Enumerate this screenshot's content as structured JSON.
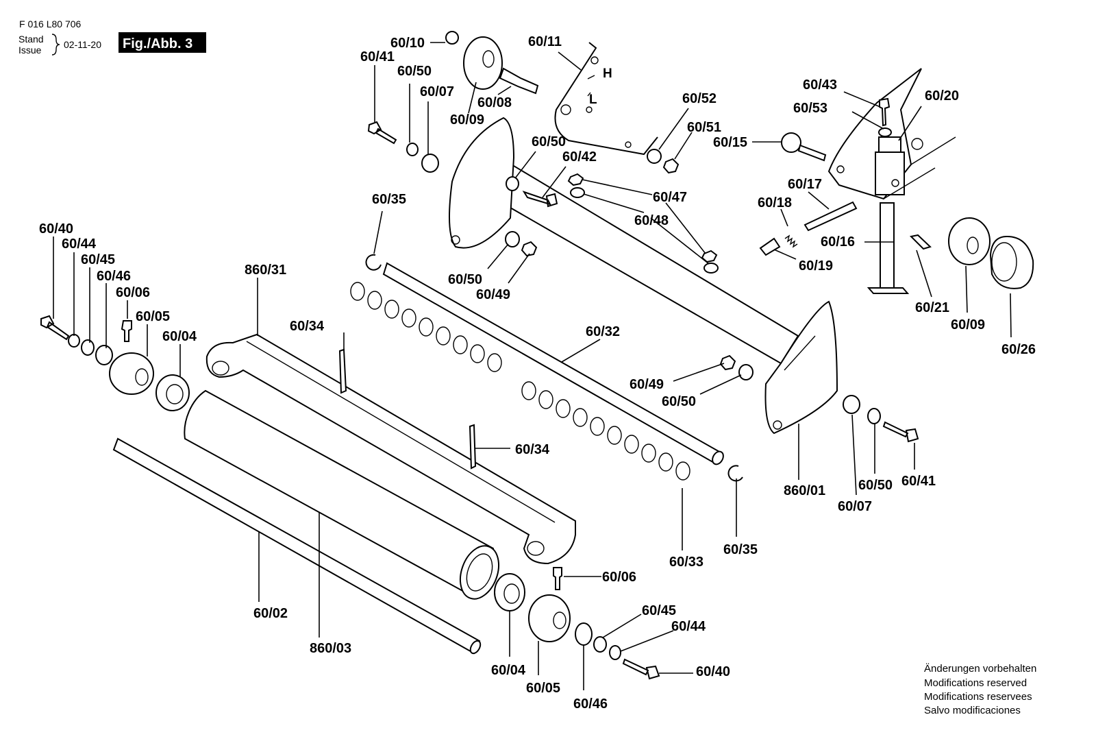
{
  "header": {
    "drawing_number": "F 016 L80 706",
    "stand_label": "Stand",
    "issue_label": "Issue",
    "date": "02-11-20",
    "figure_label": "Fig./Abb. 3"
  },
  "plate_marks": {
    "h": "H",
    "l": "L"
  },
  "callouts": [
    {
      "id": "c1",
      "text": "60/10"
    },
    {
      "id": "c2",
      "text": "60/11"
    },
    {
      "id": "c3",
      "text": "60/41"
    },
    {
      "id": "c4",
      "text": "60/50"
    },
    {
      "id": "c5",
      "text": "60/07"
    },
    {
      "id": "c6",
      "text": "60/08"
    },
    {
      "id": "c7",
      "text": "60/09"
    },
    {
      "id": "c8",
      "text": "60/52"
    },
    {
      "id": "c9",
      "text": "60/51"
    },
    {
      "id": "c10",
      "text": "60/43"
    },
    {
      "id": "c11",
      "text": "60/20"
    },
    {
      "id": "c12",
      "text": "60/53"
    },
    {
      "id": "c13",
      "text": "60/15"
    },
    {
      "id": "c14",
      "text": "60/50"
    },
    {
      "id": "c15",
      "text": "60/42"
    },
    {
      "id": "c16",
      "text": "60/47"
    },
    {
      "id": "c17",
      "text": "60/48"
    },
    {
      "id": "c18",
      "text": "60/17"
    },
    {
      "id": "c19",
      "text": "60/18"
    },
    {
      "id": "c20",
      "text": "60/16"
    },
    {
      "id": "c21",
      "text": "60/19"
    },
    {
      "id": "c22",
      "text": "60/35"
    },
    {
      "id": "c23",
      "text": "60/50"
    },
    {
      "id": "c24",
      "text": "60/49"
    },
    {
      "id": "c25",
      "text": "60/40"
    },
    {
      "id": "c26",
      "text": "60/44"
    },
    {
      "id": "c27",
      "text": "60/45"
    },
    {
      "id": "c28",
      "text": "60/46"
    },
    {
      "id": "c29",
      "text": "60/06"
    },
    {
      "id": "c30",
      "text": "60/05"
    },
    {
      "id": "c31",
      "text": "60/04"
    },
    {
      "id": "c32",
      "text": "860/31"
    },
    {
      "id": "c33",
      "text": "60/34"
    },
    {
      "id": "c34",
      "text": "60/32"
    },
    {
      "id": "c35",
      "text": "60/21"
    },
    {
      "id": "c36",
      "text": "60/09"
    },
    {
      "id": "c37",
      "text": "60/26"
    },
    {
      "id": "c38",
      "text": "60/49"
    },
    {
      "id": "c39",
      "text": "60/50"
    },
    {
      "id": "c40",
      "text": "60/34"
    },
    {
      "id": "c41",
      "text": "860/01"
    },
    {
      "id": "c42",
      "text": "60/50"
    },
    {
      "id": "c43",
      "text": "60/41"
    },
    {
      "id": "c44",
      "text": "60/07"
    },
    {
      "id": "c45",
      "text": "60/33"
    },
    {
      "id": "c46",
      "text": "60/35"
    },
    {
      "id": "c47",
      "text": "60/06"
    },
    {
      "id": "c48",
      "text": "60/02"
    },
    {
      "id": "c49",
      "text": "860/03"
    },
    {
      "id": "c50",
      "text": "60/45"
    },
    {
      "id": "c51",
      "text": "60/44"
    },
    {
      "id": "c52",
      "text": "60/04"
    },
    {
      "id": "c53",
      "text": "60/40"
    },
    {
      "id": "c54",
      "text": "60/05"
    },
    {
      "id": "c55",
      "text": "60/46"
    }
  ],
  "notes": [
    "Änderungen vorbehalten",
    "Modifications reserved",
    "Modifications reservees",
    "Salvo modificaciones"
  ]
}
